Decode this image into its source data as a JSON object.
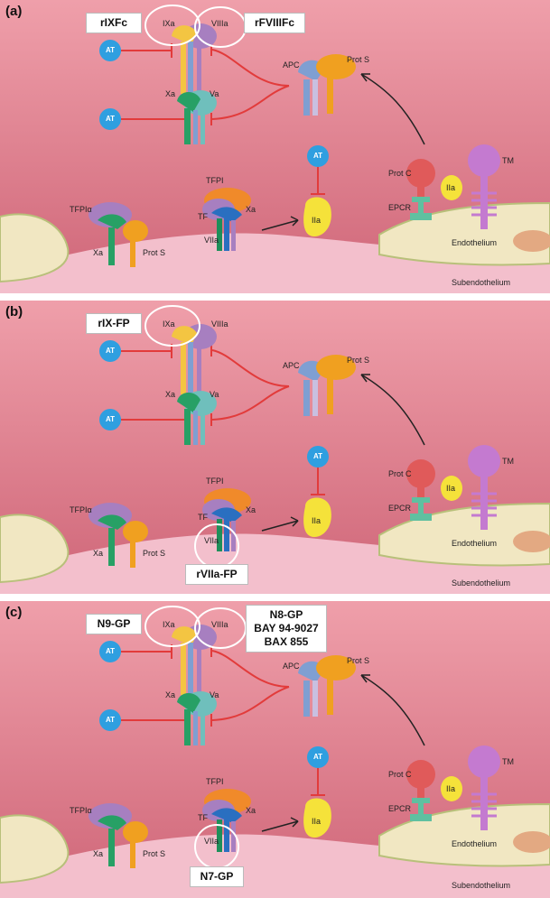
{
  "colors": {
    "plasma_top": "#e79aa3",
    "plasma_bottom": "#d26a7a",
    "subendothelium": "#f1bac8",
    "endothelium_cell": "#f1e7c2",
    "cell_border": "#b8c07a",
    "inhibit_line": "#e23b3b",
    "at_blue": "#2f9fe0",
    "ixa_yellow": "#f3c542",
    "viiia_purple": "#a77fc0",
    "xa_green": "#27a065",
    "va_teal": "#6fbfbc",
    "apc_blue": "#7f9fd2",
    "prot_s_orange": "#f0a020",
    "prot_c_red": "#e05a5a",
    "tm_magenta": "#c47ad0",
    "iia_yellow": "#f5e23a",
    "tfpi_orange": "#f08a2a",
    "tf_blue": "#2a6fc0",
    "viia_green": "#1e8f5a",
    "epcr_green": "#5fc0a0"
  },
  "shared_labels": {
    "at": "AT",
    "ixa": "IXa",
    "viiia": "VIIIa",
    "xa": "Xa",
    "va": "Va",
    "apc": "APC",
    "prot_s": "Prot S",
    "prot_c": "Prot C",
    "tm": "TM",
    "iia": "IIa",
    "epcr": "EPCR",
    "endothelium": "Endothelium",
    "subendothelium": "Subendothelium",
    "tfpi_alpha": "TFPIα",
    "tfpi": "TFPI",
    "tf": "TF",
    "viia": "VIIa"
  },
  "panels": [
    {
      "label": "(a)",
      "drug_ix": "rIXFc",
      "drug_viii": "rFVIIIFc"
    },
    {
      "label": "(b)",
      "drug_ix": "rIX-FP",
      "drug_viia": "rVIIa-FP"
    },
    {
      "label": "(c)",
      "drug_ix": "N9-GP",
      "drug_viii_lines": [
        "N8-GP",
        "BAY 94-9027",
        "BAX 855"
      ],
      "drug_viia": "N7-GP"
    }
  ]
}
